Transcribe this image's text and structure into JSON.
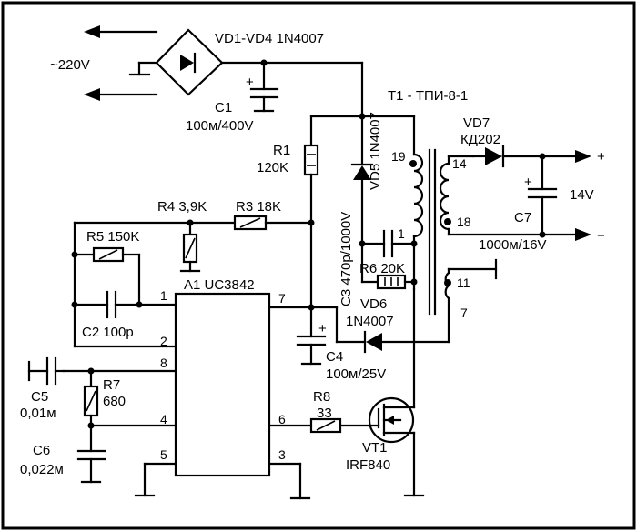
{
  "labels": {
    "mains": "~220V",
    "bridge": "VD1-VD4 1N4007",
    "c1_ref": "C1",
    "c1_val": "100м/400V",
    "transformer": "T1 - ТПИ-8-1",
    "vd7_ref": "VD7",
    "vd7_val": "КД202",
    "r1_ref": "R1",
    "r1_val": "120K",
    "vd5": "VD5 1N4007",
    "c3": "C3 470p/1000V",
    "r6": "R6 20K",
    "vd6_ref": "VD6",
    "vd6_val": "1N4007",
    "c4_ref": "C4",
    "c4_val": "100м/25V",
    "r4": "R4 3,9K",
    "r3": "R3 18K",
    "r5": "R5 150K",
    "c2": "C2 100p",
    "a1": "A1 UC3842",
    "r7_ref": "R7",
    "r7_val": "680",
    "c5_ref": "C5",
    "c5_val": "0,01м",
    "c6_ref": "C6",
    "c6_val": "0,022м",
    "r8_ref": "R8",
    "r8_val": "33",
    "vt1_ref": "VT1",
    "vt1_val": "IRF840",
    "c7": "C7",
    "c7_val": "1000м/16V",
    "out_v": "14V",
    "plus": "+",
    "minus": "−",
    "cap_plus": "+"
  },
  "pins": {
    "ic_1": "1",
    "ic_2": "2",
    "ic_8": "8",
    "ic_4": "4",
    "ic_5": "5",
    "ic_7": "7",
    "ic_6": "6",
    "ic_3": "3",
    "t_19": "19",
    "t_1": "1",
    "t_14": "14",
    "t_18": "18",
    "t_11": "11",
    "t_7": "7"
  }
}
